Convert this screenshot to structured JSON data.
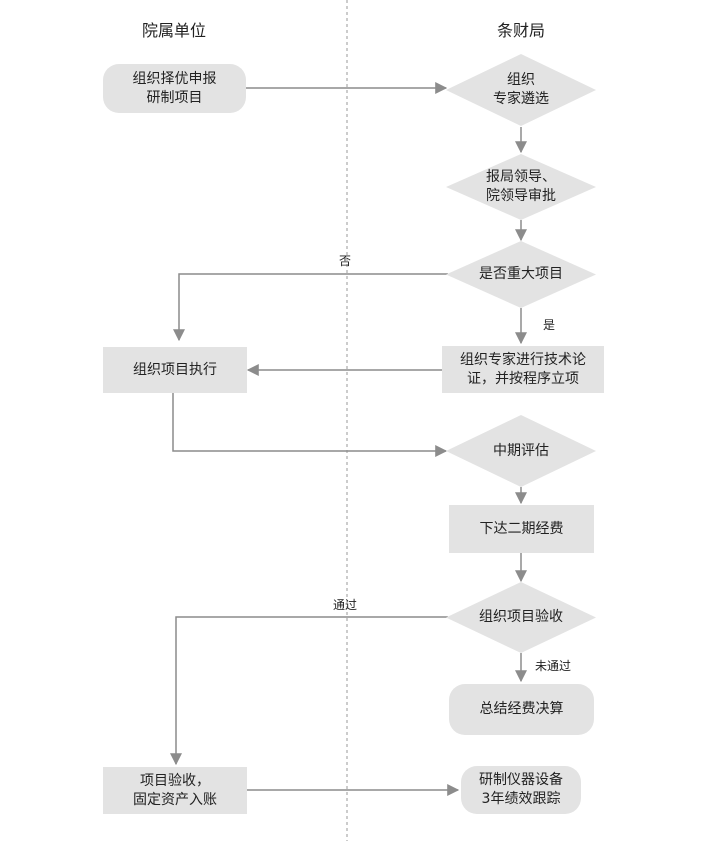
{
  "lanes": {
    "left_title": "院属单位",
    "right_title": "条财局"
  },
  "nodes": {
    "apply": "组织择优申报\n研制项目",
    "expert_select": "组织\n专家遴选",
    "leader_approve": "报局领导、\n院领导审批",
    "major_check": "是否重大项目",
    "expert_demo": "组织专家进行技术论\n证，并按程序立项",
    "execute": "组织项目执行",
    "mid_eval": "中期评估",
    "second_fund": "下达二期经费",
    "acceptance": "组织项目验收",
    "final_account": "总结经费决算",
    "fixed_asset": "项目验收，\n固定资产入账",
    "tracking": "研制仪器设备\n3年绩效跟踪"
  },
  "edge_labels": {
    "no": "否",
    "yes": "是",
    "passed": "通过",
    "not_passed": "未通过"
  }
}
